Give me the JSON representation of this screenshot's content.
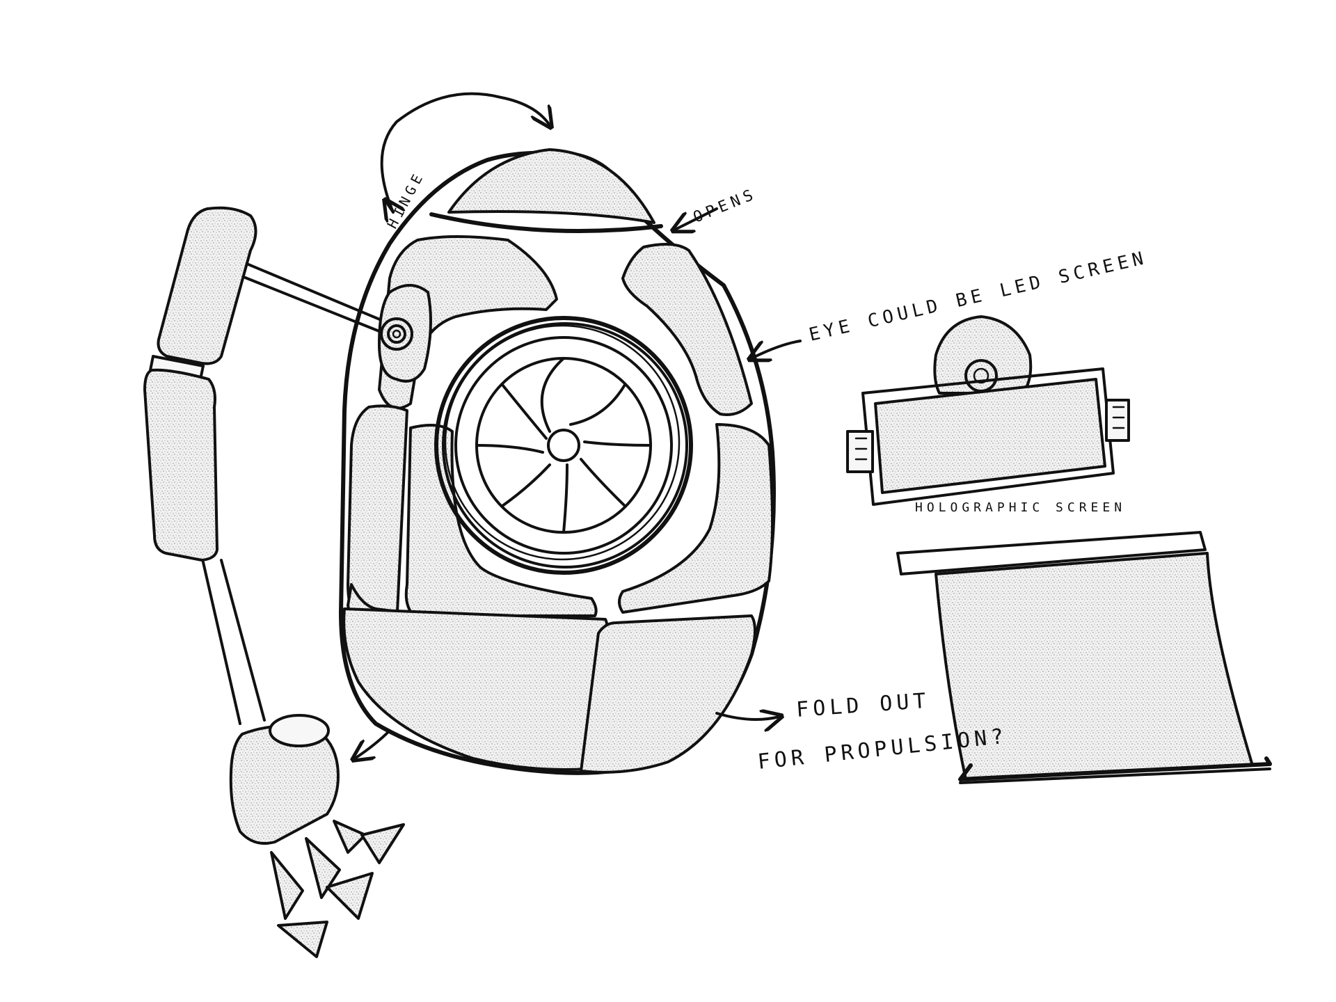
{
  "annotations": {
    "hinge": "HINGE",
    "opens": "OPENS",
    "eye_note": "EYE COULD BE LED SCREEN",
    "holographic": "HOLOGRAPHIC SCREEN",
    "fold_out_line1": "FOLD OUT",
    "fold_out_line2": "FOR PROPULSION?"
  },
  "colors": {
    "ink": "#111111",
    "paper": "#ffffff"
  }
}
